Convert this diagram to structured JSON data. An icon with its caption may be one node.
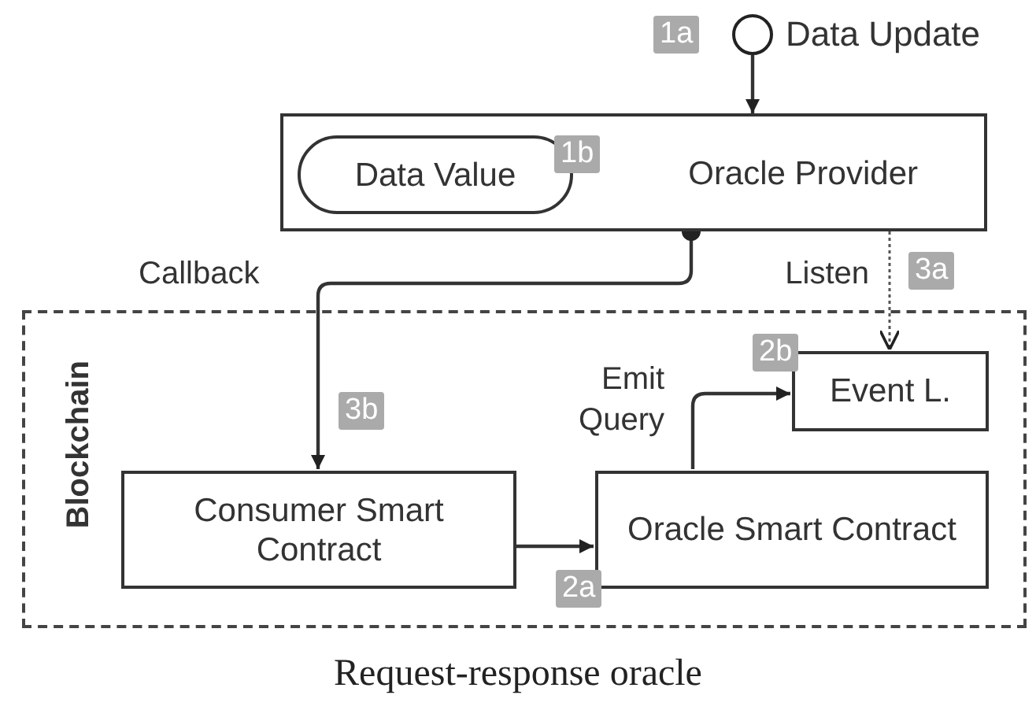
{
  "diagram": {
    "caption": "Request-response oracle",
    "nodes": [
      {
        "text": [],
        "shape": "circle",
        "beside": [
          "Data Update"
        ]
      },
      {
        "text": [
          "Oracle Provider"
        ]
      },
      {
        "text": [
          "Data Value"
        ],
        "in": 1
      },
      {
        "text": [
          "Blockchain"
        ]
      },
      {
        "text": [
          "Event L."
        ],
        "in": 3
      },
      {
        "text": [
          "Consumer Smart Contract"
        ],
        "in": 3
      },
      {
        "text": [
          "Oracle Smart Contract"
        ],
        "in": 3
      }
    ],
    "edges": [
      {
        "from": 0,
        "to": 1,
        "arrow": "to"
      },
      {
        "from": 1,
        "to": 5,
        "arrow": "to",
        "label": "Callback"
      },
      {
        "from": 1,
        "to": 4,
        "arrow": "to",
        "label": "Listen",
        "style": "dashed"
      },
      {
        "from": 5,
        "to": 6,
        "arrow": "to"
      },
      {
        "from": 6,
        "to": 4,
        "arrow": "to",
        "label": "Emit Query"
      }
    ],
    "labels": [
      "1a",
      "1b",
      "3a",
      "2b",
      "3b",
      "2a"
    ]
  }
}
